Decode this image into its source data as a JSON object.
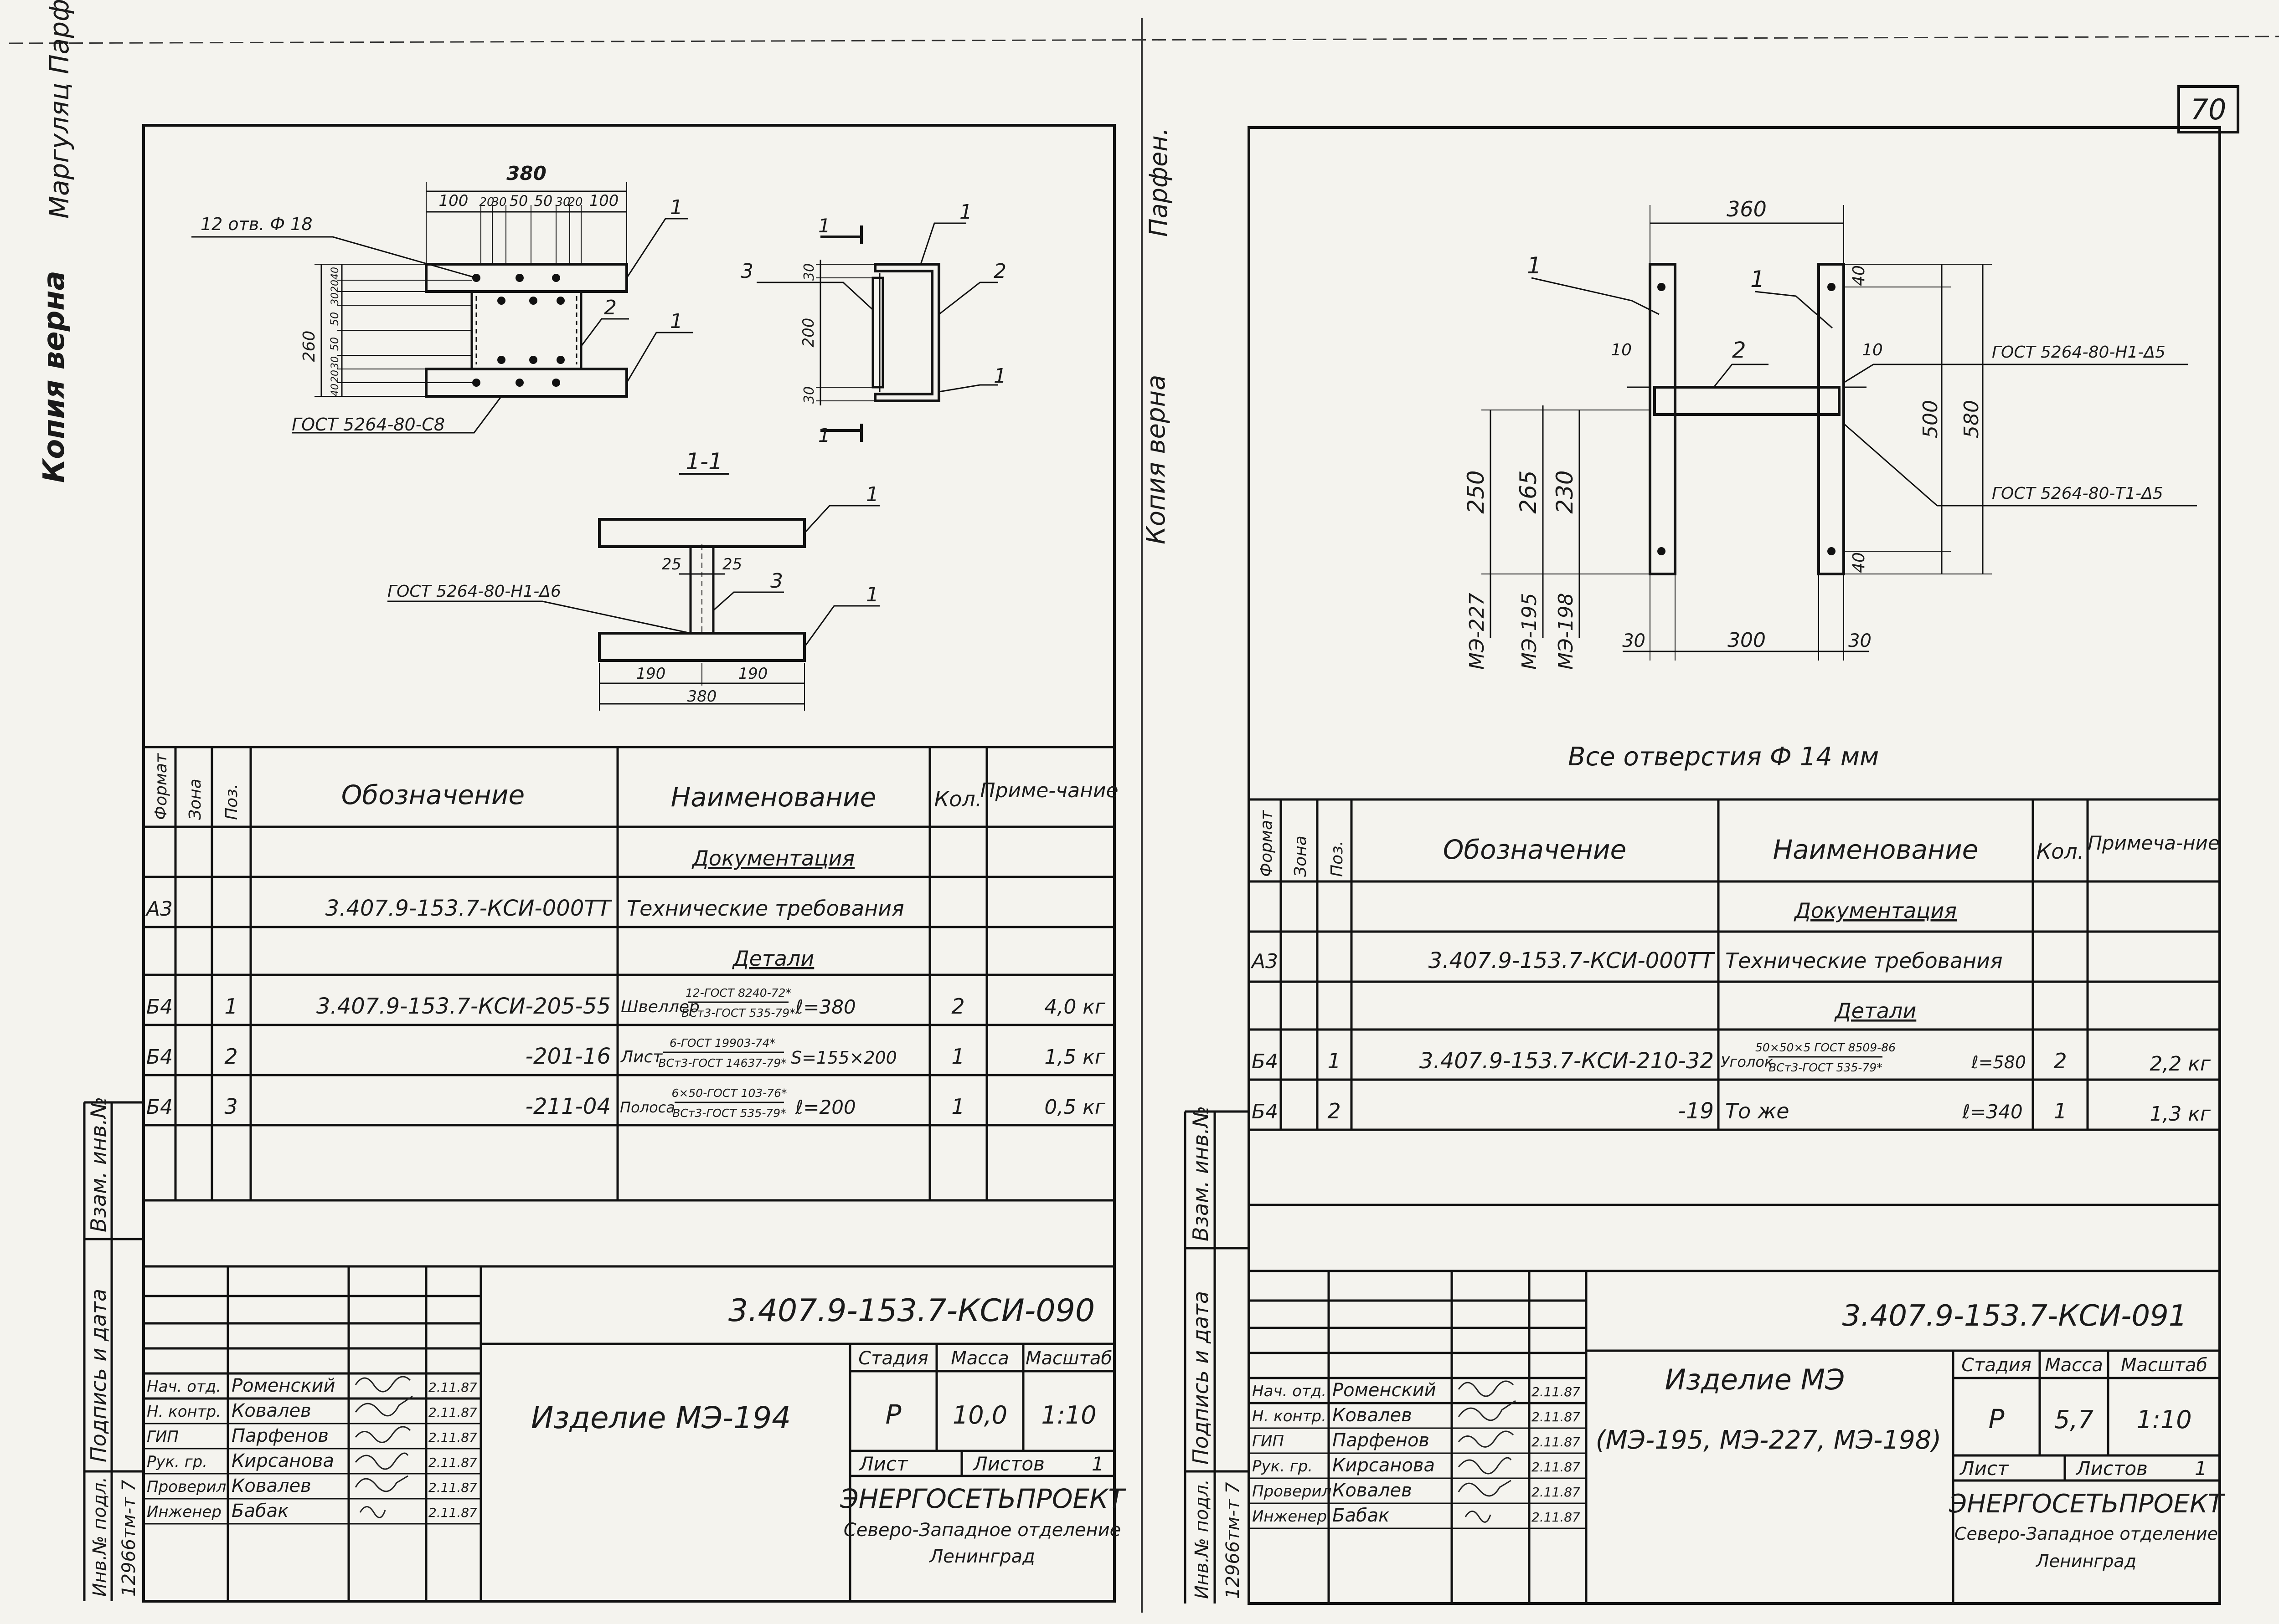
{
  "page_number": "70",
  "left": {
    "margin": {
      "copy_note": "Копия верна",
      "handwritten": "Маргуляц Парфен.",
      "inv_label": "Инв.№ подл.",
      "inv_number": "12966тм-т 7",
      "sign_label": "Подпись и дата",
      "vzam_label": "Взам. инв.№"
    },
    "drawing": {
      "dims_top": {
        "total": "380",
        "p1": "100",
        "p2": "20",
        "p3": "30",
        "p4": "50",
        "p5": "50",
        "p6": "30",
        "p7": "20",
        "p8": "100"
      },
      "dims_side": {
        "total": "260",
        "a": "40",
        "b": "20",
        "c": "30",
        "d": "50",
        "e": "50",
        "f": "30",
        "g": "20",
        "h": "40"
      },
      "holes_note": "12 отв. Ф 18",
      "weld_plan": "ГОСТ 5264-80-С8",
      "weld_section": "ГОСТ 5264-80-Н1-Δ6",
      "pos1": "1",
      "pos2": "2",
      "pos3": "3",
      "sec_mark": "1",
      "section_title": "1-1",
      "dims_profile": {
        "top": "30",
        "mid": "200",
        "bot": "30"
      },
      "dims_section": {
        "w1": "25",
        "w2": "25",
        "a": "190",
        "b": "190",
        "total": "380"
      }
    },
    "spec": {
      "headers": {
        "format": "Формат",
        "zone": "Зона",
        "pos": "Поз.",
        "designation": "Обозначение",
        "name": "Наименование",
        "qty": "Кол.",
        "note": "Приме-чание"
      },
      "sec_doc": "Документация",
      "doc_row": {
        "format": "А3",
        "designation": "3.407.9-153.7-КСИ-000ТТ",
        "name": "Технические требования"
      },
      "sec_det": "Детали",
      "rows": [
        {
          "format": "Б4",
          "pos": "1",
          "designation": "3.407.9-153.7-КСИ-205-55",
          "name": "Швеллер",
          "num": "12-ГОСТ 8240-72*",
          "den": "ВСт3-ГОСТ 535-79*",
          "dim": "ℓ=380",
          "qty": "2",
          "note": "4,0 кг"
        },
        {
          "format": "Б4",
          "pos": "2",
          "designation": "-201-16",
          "name": "Лист",
          "num": "6-ГОСТ 19903-74*",
          "den": "ВСт3-ГОСТ 14637-79*",
          "dim": "S=155×200",
          "qty": "1",
          "note": "1,5 кг"
        },
        {
          "format": "Б4",
          "pos": "3",
          "designation": "-211-04",
          "name": "Полоса",
          "num": "6×50-ГОСТ 103-76*",
          "den": "ВСт3-ГОСТ 535-79*",
          "dim": "ℓ=200",
          "qty": "1",
          "note": "0,5 кг"
        }
      ]
    },
    "title_block": {
      "code": "3.407.9-153.7-КСИ-090",
      "product": "Изделие МЭ-194",
      "product_line2": "",
      "stage_label": "Стадия",
      "mass_label": "Масса",
      "scale_label": "Масштаб",
      "stage": "Р",
      "mass": "10,0",
      "scale": "1:10",
      "sheet_label": "Лист",
      "sheets_label": "Листов",
      "sheets": "1",
      "org1": "ЭНЕРГОСЕТЬПРОЕКТ",
      "org2": "Северо-Западное отделение",
      "org3": "Ленинград",
      "people": [
        {
          "role": "Нач. отд.",
          "name": "Роменский",
          "date": "2.11.87"
        },
        {
          "role": "Н. контр.",
          "name": "Ковалев",
          "date": "2.11.87"
        },
        {
          "role": "ГИП",
          "name": "Парфенов",
          "date": "2.11.87"
        },
        {
          "role": "Рук. гр.",
          "name": "Кирсанова",
          "date": "2.11.87"
        },
        {
          "role": "Проверил",
          "name": "Ковалев",
          "date": "2.11.87"
        },
        {
          "role": "Инженер",
          "name": "Бабак",
          "date": "2.11.87"
        }
      ]
    }
  },
  "right": {
    "margin": {
      "copy_note": "Копия верна",
      "handwritten": "Парфен.",
      "inv_label": "Инв.№ подл.",
      "inv_number": "12966тм-т 7",
      "sign_label": "Подпись и дата",
      "vzam_label": "Взам. инв.№"
    },
    "drawing": {
      "dim_top": "360",
      "dim_40a": "40",
      "dim_40b": "40",
      "dim_500": "500",
      "dim_580": "580",
      "dim_10a": "10",
      "dim_10b": "10",
      "dim_250": "250",
      "dim_265": "265",
      "dim_230": "230",
      "dim_30a": "30",
      "dim_300": "300",
      "dim_30b": "30",
      "lbl_227": "МЭ-227",
      "lbl_195": "МЭ-195",
      "lbl_198": "МЭ-198",
      "weld1": "ГОСТ 5264-80-Н1-Δ5",
      "weld2": "ГОСТ 5264-80-Т1-Δ5",
      "pos1": "1",
      "pos2": "2",
      "holes_note": "Все отверстия Ф 14 мм"
    },
    "spec": {
      "headers": {
        "format": "Формат",
        "zone": "Зона",
        "pos": "Поз.",
        "designation": "Обозначение",
        "name": "Наименование",
        "qty": "Кол.",
        "note": "Примеча-ние"
      },
      "sec_doc": "Документация",
      "doc_row": {
        "format": "А3",
        "designation": "3.407.9-153.7-КСИ-000ТТ",
        "name": "Технические требования"
      },
      "sec_det": "Детали",
      "rows": [
        {
          "format": "Б4",
          "pos": "1",
          "designation": "3.407.9-153.7-КСИ-210-32",
          "name": "Уголок",
          "num": "50×50×5 ГОСТ 8509-86",
          "den": "ВСт3-ГОСТ 535-79*",
          "dim": "ℓ=580",
          "qty": "2",
          "note": "2,2 кг"
        },
        {
          "format": "Б4",
          "pos": "2",
          "designation": "-19",
          "name": "То же",
          "num": "",
          "den": "",
          "dim": "ℓ=340",
          "qty": "1",
          "note": "1,3 кг"
        }
      ]
    },
    "title_block": {
      "code": "3.407.9-153.7-КСИ-091",
      "product": "Изделие МЭ",
      "product_line2": "(МЭ-195, МЭ-227, МЭ-198)",
      "stage_label": "Стадия",
      "mass_label": "Масса",
      "scale_label": "Масштаб",
      "stage": "Р",
      "mass": "5,7",
      "scale": "1:10",
      "sheet_label": "Лист",
      "sheets_label": "Листов",
      "sheets": "1",
      "org1": "ЭНЕРГОСЕТЬПРОЕКТ",
      "org2": "Северо-Западное отделение",
      "org3": "Ленинград",
      "people": [
        {
          "role": "Нач. отд.",
          "name": "Роменский",
          "date": "2.11.87"
        },
        {
          "role": "Н. контр.",
          "name": "Ковалев",
          "date": "2.11.87"
        },
        {
          "role": "ГИП",
          "name": "Парфенов",
          "date": "2.11.87"
        },
        {
          "role": "Рук. гр.",
          "name": "Кирсанова",
          "date": "2.11.87"
        },
        {
          "role": "Проверил",
          "name": "Ковалев",
          "date": "2.11.87"
        },
        {
          "role": "Инженер",
          "name": "Бабак",
          "date": "2.11.87"
        }
      ]
    }
  }
}
